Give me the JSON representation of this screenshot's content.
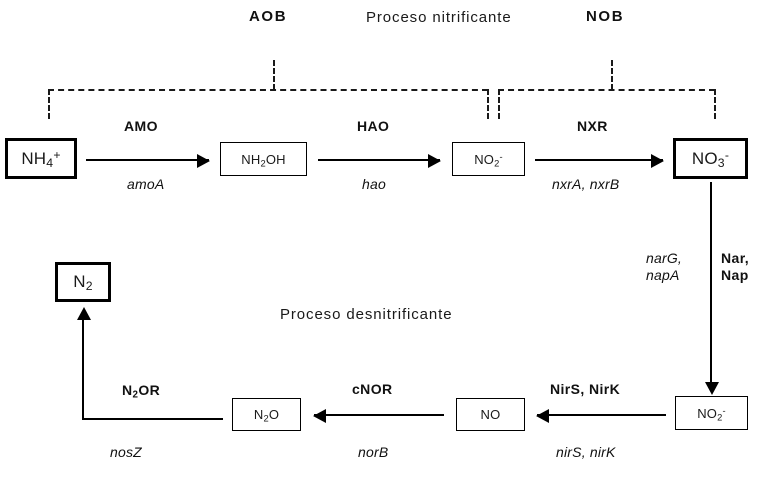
{
  "diagram": {
    "title_top": "Proceso nitrificante",
    "title_bottom": "Proceso desnitrificante",
    "groups": {
      "aob": "AOB",
      "nob": "NOB"
    },
    "compounds": {
      "ammonium": "NH4+",
      "hydroxylamine": "NH2OH",
      "nitrite_top": "NO2-",
      "nitrate": "NO3-",
      "nitrite_bottom": "NO2-",
      "nitric_oxide": "NO",
      "nitrous_oxide": "N2O",
      "dinitrogen": "N2"
    },
    "enzymes": {
      "amo": "AMO",
      "hao": "HAO",
      "nxr": "NXR",
      "nar_nap": "Nar, Nap",
      "nirs_nirk": "NirS, NirK",
      "cnor": "cNOR",
      "n2or": "N2OR"
    },
    "genes": {
      "amoa": "amoA",
      "hao": "hao",
      "nxra_nxrb": "nxrA, nxrB",
      "narg_napa": "narG, napA",
      "nirs_nirk": "nirS, nirK",
      "norb": "norB",
      "nosz": "nosZ"
    },
    "colors": {
      "line": "#000000",
      "text": "#111111",
      "background": "#ffffff"
    }
  }
}
